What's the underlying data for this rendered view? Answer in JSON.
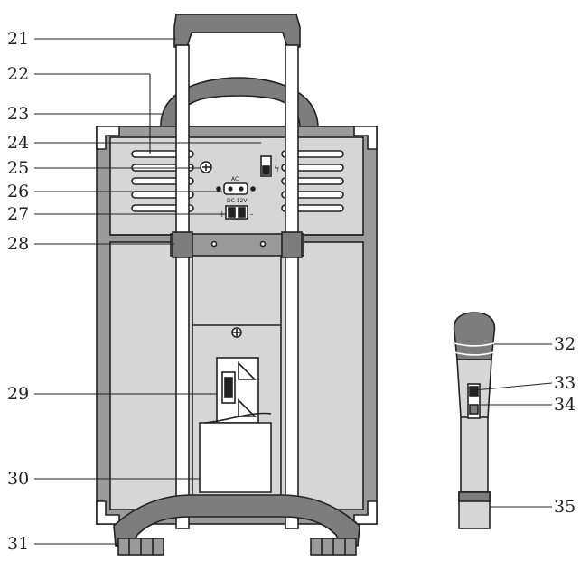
{
  "labels": {
    "l21": "21",
    "l22": "22",
    "l23": "23",
    "l24": "24",
    "l25": "25",
    "l26": "26",
    "l27": "27",
    "l28": "28",
    "l29": "29",
    "l30": "30",
    "l31": "31",
    "l32": "32",
    "l33": "33",
    "l34": "34",
    "l35": "35"
  },
  "panel_text": {
    "ac_mark": "AC",
    "dc_mark": "DC 12V"
  },
  "colors": {
    "line": "#222222",
    "panel_fill": "#d6d6d6",
    "frame_fill": "#9a9a9a",
    "handle_fill": "#7d7d7d",
    "white": "#ffffff"
  }
}
